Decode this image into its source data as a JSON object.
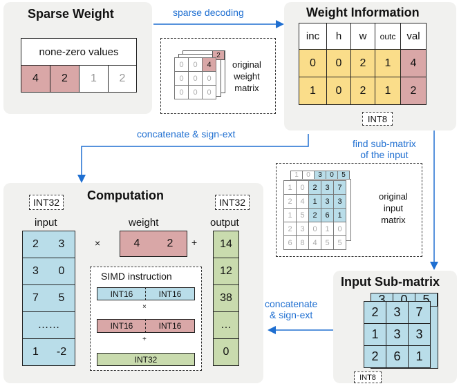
{
  "sparse_weight": {
    "title": "Sparse Weight",
    "nonzero_header": "none-zero values",
    "values": [
      "4",
      "2",
      "1",
      "2"
    ],
    "mini_matrix_value": "4",
    "mini_matrix_corner": "2",
    "mini_matrix_zero": "0",
    "mini_label": "original\nweight\nmatrix"
  },
  "arrow_sparse_decoding": "sparse decoding",
  "weight_info": {
    "title": "Weight Information",
    "headers": [
      "inc",
      "h",
      "w",
      "outc",
      "val"
    ],
    "rows": [
      [
        "0",
        "0",
        "2",
        "1",
        "4"
      ],
      [
        "1",
        "0",
        "2",
        "1",
        "2"
      ]
    ],
    "tag": "INT8"
  },
  "arrow_concat_top": "concatenate & sign-ext",
  "arrow_find_submatrix": "find sub-matrix\nof the input",
  "input_matrix": {
    "label": "original\ninput\nmatrix",
    "front": [
      [
        "1",
        "0",
        "2",
        "3",
        "7"
      ],
      [
        "2",
        "4",
        "1",
        "3",
        "3"
      ],
      [
        "1",
        "5",
        "2",
        "6",
        "1"
      ],
      [
        "2",
        "3",
        "0",
        "1",
        "0"
      ],
      [
        "6",
        "8",
        "4",
        "5",
        "5"
      ]
    ],
    "back_top": [
      "1",
      "0",
      "3",
      "0",
      "5"
    ]
  },
  "input_submatrix": {
    "title": "Input Sub-matrix",
    "back_row": [
      "3",
      "0",
      "5"
    ],
    "front": [
      [
        "2",
        "3",
        "7"
      ],
      [
        "1",
        "3",
        "3"
      ],
      [
        "2",
        "6",
        "1"
      ]
    ],
    "tag": "INT8"
  },
  "arrow_concat_bottom": "concatenate\n& sign-ext",
  "computation": {
    "title": "Computation",
    "tag_left": "INT32",
    "tag_right": "INT32",
    "input_label": "input",
    "weight_label": "weight",
    "output_label": "output",
    "input_rows": [
      [
        "2",
        "3"
      ],
      [
        "3",
        "0"
      ],
      [
        "7",
        "5"
      ],
      [
        "……",
        ""
      ],
      [
        "1",
        "-2"
      ]
    ],
    "weight_values": [
      "4",
      "2"
    ],
    "output_values": [
      "14",
      "12",
      "38",
      "…",
      "0"
    ],
    "times_symbol": "×",
    "plus_symbol": "+",
    "simd": {
      "title": "SIMD instruction",
      "blue_row": [
        "INT16",
        "INT16"
      ],
      "red_row": [
        "INT16",
        "INT16"
      ],
      "green_row": "INT32",
      "times_symbol": "×",
      "plus_symbol": "+"
    }
  },
  "colors": {
    "panel": "#f1f1ef",
    "pink": "#d9a7a7",
    "yellow": "#fadd8a",
    "blue": "#b9dde9",
    "green": "#c9dbae",
    "arrow": "#1f6fd1"
  }
}
